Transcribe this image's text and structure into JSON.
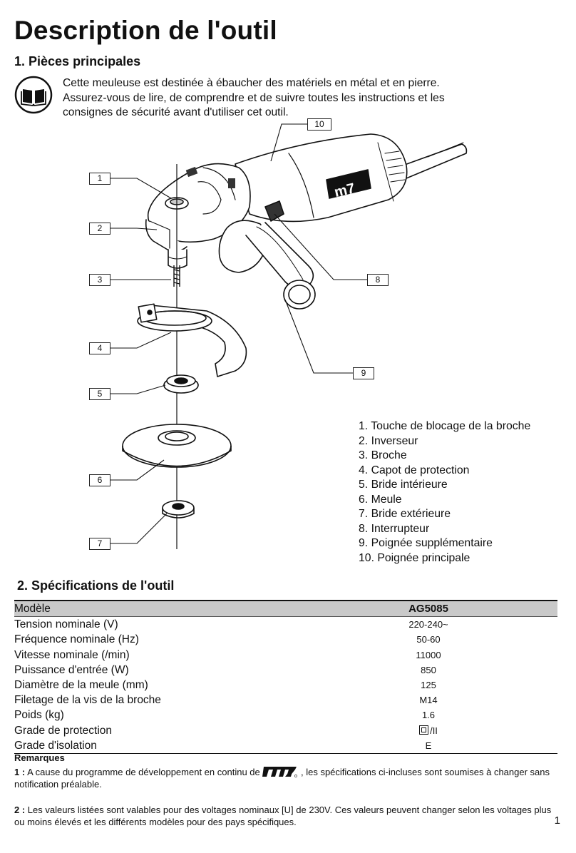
{
  "page": {
    "title": "Description de l'outil",
    "page_number": "1"
  },
  "section1": {
    "heading": "1. Pièces principales",
    "intro_lines": [
      "Cette meuleuse est destinée à ébaucher des matériels en métal et en pierre.",
      "Assurez-vous de lire, de comprendre et de suivre toutes les instructions et les",
      "consignes de sécurité avant d'utiliser cet outil."
    ],
    "callouts": [
      "1",
      "2",
      "3",
      "4",
      "5",
      "6",
      "7",
      "8",
      "9",
      "10"
    ],
    "legend": [
      "1. Touche de blocage de la broche",
      "2. Inverseur",
      "3. Broche",
      "4. Capot de protection",
      "5. Bride intérieure",
      "6. Meule",
      "7. Bride extérieure",
      "8. Interrupteur",
      "9. Poignée supplémentaire",
      "10. Poignée principale"
    ],
    "icons": [
      "book-icon",
      "m7-logo"
    ]
  },
  "section2": {
    "heading": "2. Spécifications de l'outil",
    "header": {
      "label": "Modèle",
      "value": "AG5085"
    },
    "rows": [
      {
        "label": "Tension nominale (V)",
        "value": "220-240~"
      },
      {
        "label": "Fréquence nominale (Hz)",
        "value": "50-60"
      },
      {
        "label": "Vitesse nominale (/min)",
        "value": "11000"
      },
      {
        "label": "Puissance d'entrée (W)",
        "value": "850"
      },
      {
        "label": "Diamètre de la meule (mm)",
        "value": "125"
      },
      {
        "label": "Filetage de la vis de la broche",
        "value": "M14"
      },
      {
        "label": "Poids (kg)",
        "value": "1.6"
      },
      {
        "label": "Grade de protection",
        "value": "/II"
      },
      {
        "label": "Grade d'isolation",
        "value": "E"
      }
    ]
  },
  "remarks": {
    "heading": "Remarques",
    "r1_num": "1 :",
    "r1_before": "A cause du programme de développement en continu de",
    "r1_after": ", les spécifications ci-incluses sont soumises à changer sans notification préalable.",
    "r2_num": "2 :",
    "r2_text": "Les valeurs listées sont valables pour des voltages nominaux [U] de 230V. Ces valeurs peuvent changer selon les voltages plus ou moins élevés et les différents modèles pour des pays spécifiques."
  }
}
